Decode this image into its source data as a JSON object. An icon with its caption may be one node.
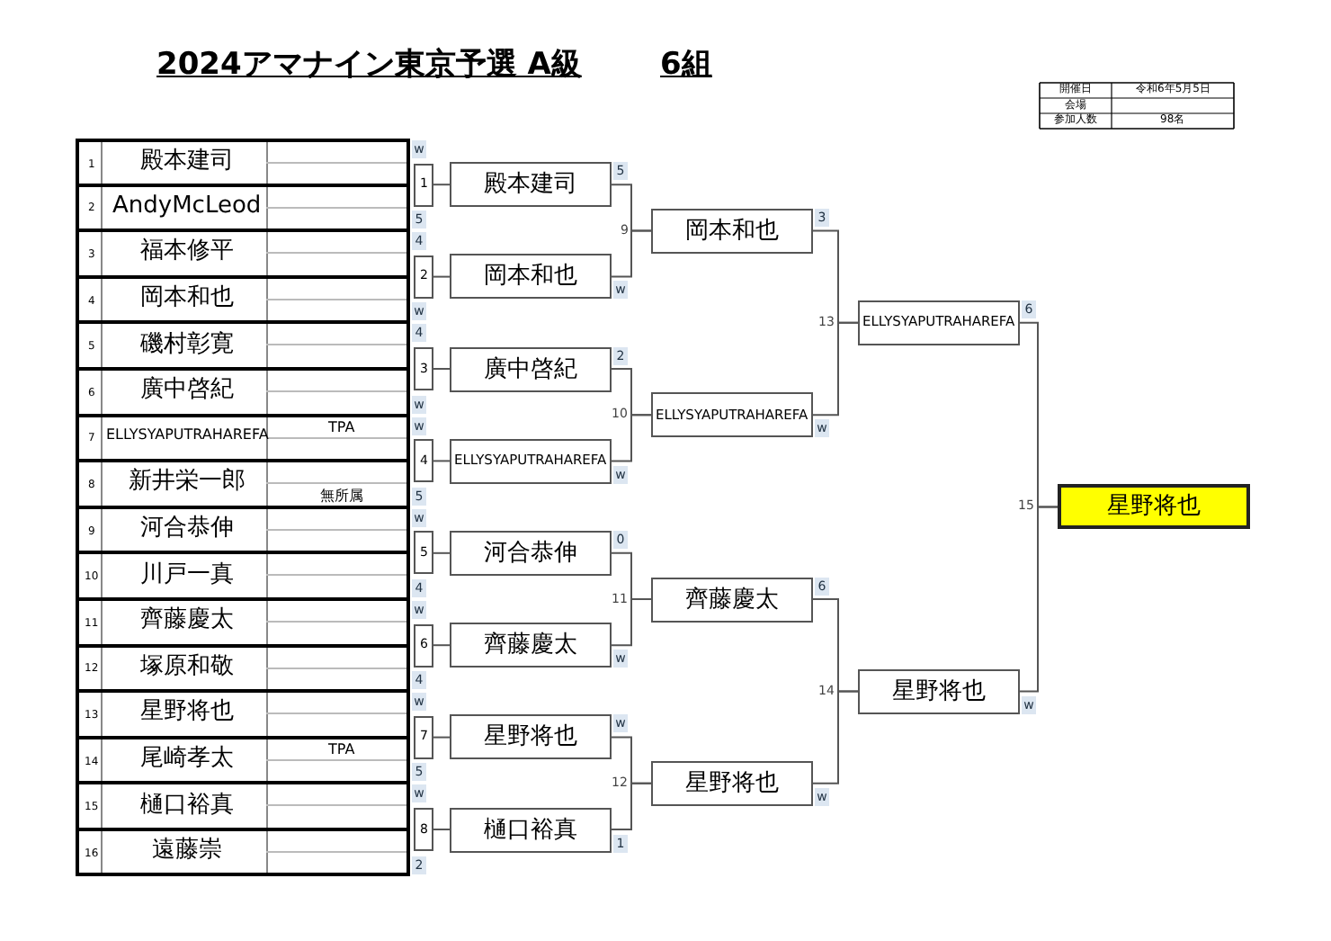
{
  "diagram": {
    "title": "2024アマナイン東京予選 A級",
    "nodes": [
      {
        "text": [
          "1",
          "殿本建司"
        ]
      },
      {
        "text": [
          "2",
          "AndyMcLeod"
        ]
      },
      {
        "text": [
          "3",
          "福本修平"
        ]
      },
      {
        "text": [
          "4",
          "岡本和也"
        ]
      },
      {
        "text": [
          "5",
          "磯村彰寛"
        ]
      },
      {
        "text": [
          "6",
          "廣中啓紀"
        ]
      },
      {
        "text": [
          "7",
          "ELLYSYAPUTRAHAREFA",
          "TPA"
        ]
      },
      {
        "text": [
          "8",
          "新井栄一郎",
          "無所属"
        ]
      },
      {
        "text": [
          "9",
          "河合恭伸"
        ]
      },
      {
        "text": [
          "10",
          "川戸一真"
        ]
      },
      {
        "text": [
          "11",
          "齊藤慶太"
        ]
      },
      {
        "text": [
          "12",
          "塚原和敬"
        ]
      },
      {
        "text": [
          "13",
          "星野将也"
        ]
      },
      {
        "text": [
          "14",
          "尾崎孝太",
          "TPA"
        ]
      },
      {
        "text": [
          "15",
          "樋口裕真"
        ]
      },
      {
        "text": [
          "16",
          "遠藤崇"
        ]
      },
      {
        "text": [
          "1"
        ]
      },
      {
        "text": [
          "2"
        ]
      },
      {
        "text": [
          "3"
        ]
      },
      {
        "text": [
          "4"
        ]
      },
      {
        "text": [
          "5"
        ]
      },
      {
        "text": [
          "6"
        ]
      },
      {
        "text": [
          "7"
        ]
      },
      {
        "text": [
          "8"
        ]
      },
      {
        "text": [
          "殿本建司"
        ],
        "beside": [
          "5"
        ]
      },
      {
        "text": [
          "岡本和也"
        ],
        "beside": [
          "w"
        ]
      },
      {
        "text": [
          "廣中啓紀"
        ],
        "beside": [
          "2"
        ]
      },
      {
        "text": [
          "ELLYSYAPUTRAHAREFA"
        ],
        "beside": [
          "w"
        ]
      },
      {
        "text": [
          "河合恭伸"
        ],
        "beside": [
          "0"
        ]
      },
      {
        "text": [
          "齊藤慶太"
        ],
        "beside": [
          "w"
        ]
      },
      {
        "text": [
          "星野将也"
        ],
        "beside": [
          "w"
        ]
      },
      {
        "text": [
          "樋口裕真"
        ],
        "beside": [
          "1"
        ]
      },
      {
        "text": [
          "岡本和也"
        ],
        "beside": [
          "9",
          "3"
        ]
      },
      {
        "text": [
          "ELLYSYAPUTRAHAREFA"
        ],
        "beside": [
          "10",
          "w"
        ]
      },
      {
        "text": [
          "齊藤慶太"
        ],
        "beside": [
          "11",
          "6"
        ]
      },
      {
        "text": [
          "星野将也"
        ],
        "beside": [
          "12",
          "w"
        ]
      },
      {
        "text": [
          "ELLYSYAPUTRAHAREFA"
        ],
        "beside": [
          "13",
          "6"
        ]
      },
      {
        "text": [
          "星野将也"
        ],
        "beside": [
          "14",
          "w"
        ]
      },
      {
        "text": [
          "星野将也"
        ],
        "beside": [
          "15"
        ]
      }
    ],
    "edges": [
      {
        "from": 16,
        "to": 24,
        "arrow": "none"
      },
      {
        "from": 17,
        "to": 25,
        "arrow": "none"
      },
      {
        "from": 18,
        "to": 26,
        "arrow": "none"
      },
      {
        "from": 19,
        "to": 27,
        "arrow": "none"
      },
      {
        "from": 20,
        "to": 28,
        "arrow": "none"
      },
      {
        "from": 21,
        "to": 29,
        "arrow": "none"
      },
      {
        "from": 22,
        "to": 30,
        "arrow": "none"
      },
      {
        "from": 23,
        "to": 31,
        "arrow": "none"
      },
      {
        "from": 24,
        "to": 32,
        "arrow": "none"
      },
      {
        "from": 25,
        "to": 32,
        "arrow": "none"
      },
      {
        "from": 26,
        "to": 33,
        "arrow": "none"
      },
      {
        "from": 27,
        "to": 33,
        "arrow": "none"
      },
      {
        "from": 28,
        "to": 34,
        "arrow": "none"
      },
      {
        "from": 29,
        "to": 34,
        "arrow": "none"
      },
      {
        "from": 30,
        "to": 35,
        "arrow": "none"
      },
      {
        "from": 31,
        "to": 35,
        "arrow": "none"
      },
      {
        "from": 32,
        "to": 36,
        "arrow": "none"
      },
      {
        "from": 33,
        "to": 36,
        "arrow": "none"
      },
      {
        "from": 34,
        "to": 37,
        "arrow": "none"
      },
      {
        "from": 35,
        "to": 37,
        "arrow": "none"
      },
      {
        "from": 36,
        "to": 38,
        "arrow": "none"
      },
      {
        "from": 37,
        "to": 38,
        "arrow": "none"
      }
    ],
    "labels": [
      "6組",
      "開催日",
      "令和6年5月5日",
      "会場",
      "参加人数",
      "98名",
      "w",
      "5",
      "4",
      "w",
      "4",
      "w",
      "w",
      "5",
      "w",
      "4",
      "w",
      "4",
      "w",
      "5",
      "w",
      "2"
    ]
  }
}
